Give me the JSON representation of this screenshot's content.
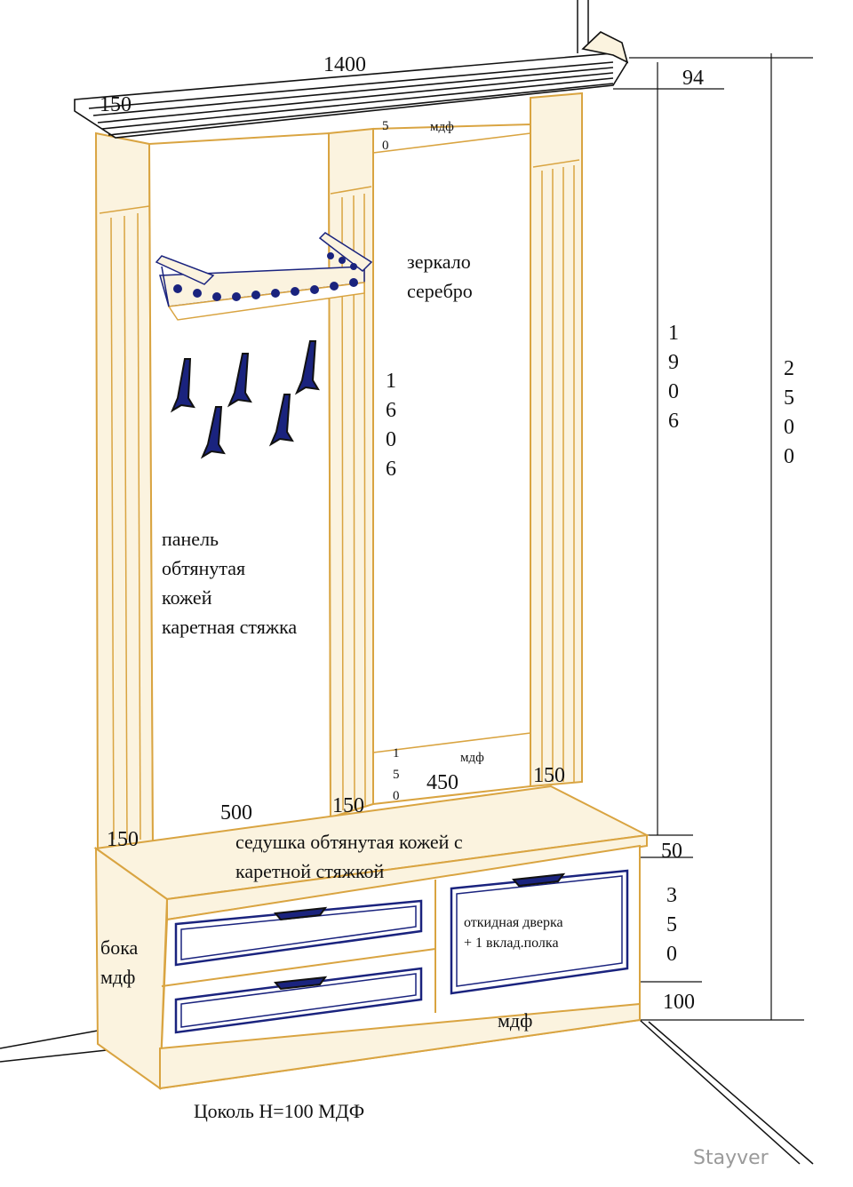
{
  "labels": {
    "mirror_line1": "зеркало",
    "mirror_line2": "серебро",
    "panel_line1": "панель",
    "panel_line2": "обтянутая",
    "panel_line3": "кожей",
    "panel_line4": "каретная стяжка",
    "seat_line1": "седушка обтянутая кожей с",
    "seat_line2": "каретной стяжкой",
    "door_line1": "откидная дверка",
    "door_line2": "+ 1 вклад.полка",
    "sides_line1": "бока",
    "sides_line2": "мдф",
    "mdf_top": "мдф",
    "mdf_mid": "мдф",
    "mdf_base": "мдф",
    "plinth": "Цоколь Н=100 МДФ",
    "watermark": "Stayver"
  },
  "dimensions": {
    "width_total": "1400",
    "cornice_left": "150",
    "cornice_height": "94",
    "height_upper": [
      "1",
      "9",
      "0",
      "6"
    ],
    "height_total": [
      "2",
      "5",
      "0",
      "0"
    ],
    "mirror_height": [
      "1",
      "6",
      "0",
      "6"
    ],
    "mdf_top_vert": [
      "5",
      "0"
    ],
    "mdf_bottom_vert": [
      "1",
      "5",
      "0"
    ],
    "mirror_width": "450",
    "right_post": "150",
    "mid_post": "150",
    "panel_width": "500",
    "left_post": "150",
    "seat_thickness": "50",
    "cabinet_height": [
      "3",
      "5",
      "0"
    ],
    "plinth_height": "100"
  },
  "colors": {
    "outline": "#d9a441",
    "fill": "#fbf3df",
    "navy": "#1a237e",
    "line": "#111111"
  }
}
